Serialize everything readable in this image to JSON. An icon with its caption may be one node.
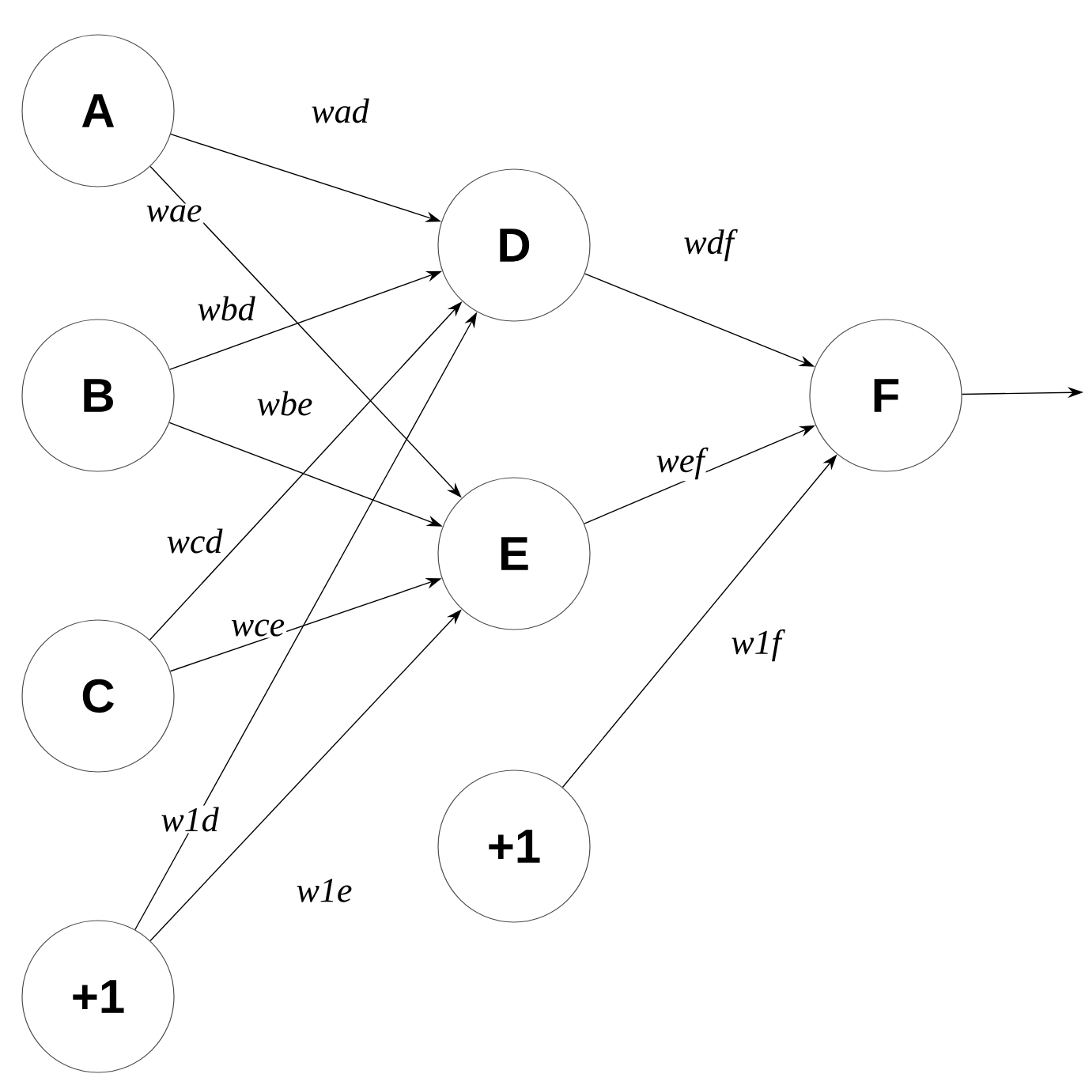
{
  "diagram": {
    "nodes": [
      {
        "text": [
          "A"
        ]
      },
      {
        "text": [
          "B"
        ]
      },
      {
        "text": [
          "C"
        ]
      },
      {
        "text": [
          "+1"
        ]
      },
      {
        "text": [
          "D"
        ]
      },
      {
        "text": [
          "E"
        ]
      },
      {
        "text": [
          "+1"
        ]
      },
      {
        "text": [
          "F"
        ]
      }
    ],
    "edges": [
      {
        "from": 0,
        "to": 4,
        "arrow": "to",
        "label": "wad"
      },
      {
        "from": 0,
        "to": 5,
        "arrow": "to",
        "label": "wae"
      },
      {
        "from": 1,
        "to": 4,
        "arrow": "to",
        "label": "wbd"
      },
      {
        "from": 1,
        "to": 5,
        "arrow": "to",
        "label": "wbe"
      },
      {
        "from": 2,
        "to": 4,
        "arrow": "to",
        "label": "wcd"
      },
      {
        "from": 2,
        "to": 5,
        "arrow": "to",
        "label": "wce"
      },
      {
        "from": 3,
        "to": 4,
        "arrow": "to",
        "label": "w1d"
      },
      {
        "from": 3,
        "to": 5,
        "arrow": "to",
        "label": "w1e"
      },
      {
        "from": 4,
        "to": 7,
        "arrow": "to",
        "label": "wdf"
      },
      {
        "from": 5,
        "to": 7,
        "arrow": "to",
        "label": "wef"
      },
      {
        "from": 6,
        "to": 7,
        "arrow": "to",
        "label": "w1f"
      },
      {
        "from": 7,
        "to": null,
        "arrow": "to"
      }
    ]
  }
}
